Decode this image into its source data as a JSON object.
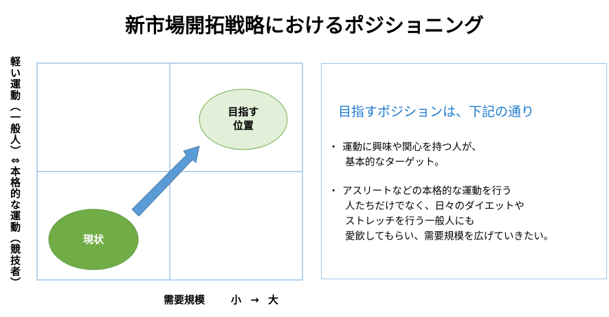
{
  "title": "新市場開拓戦略におけるポジショニング",
  "matrix": {
    "y_axis_label": "軽い運動（一般人）⇕本格的な運動（競技者）",
    "x_axis_label": "需要規模",
    "x_axis_scale": "小 → 大",
    "current": {
      "label": "現状",
      "color": "#70ad47"
    },
    "target": {
      "line1": "目指す",
      "line2": "位置",
      "color": "#e2efd9"
    },
    "arrow_color": "#5b9bd5",
    "grid_color": "#9dc3e6"
  },
  "panel": {
    "heading": "目指すポジションは、下記の通り",
    "bullet_marker": "・",
    "bullets": [
      {
        "lines": [
          "運動に興味や関心を持つ人が、",
          "基本的なターゲット。"
        ]
      },
      {
        "lines": [
          "アスリートなどの本格的な運動を行う",
          "人たちだけでなく、日々のダイエットや",
          "ストレッチを行う一般人にも",
          "愛飲してもらい、需要規模を広げていきたい。"
        ]
      }
    ]
  }
}
